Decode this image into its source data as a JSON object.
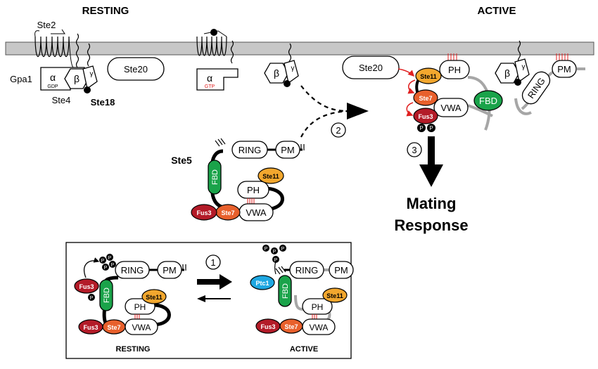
{
  "headings": {
    "resting": "RESTING",
    "active": "ACTIVE",
    "mating_line1": "Mating",
    "mating_line2": "Response"
  },
  "labels": {
    "ste2": "Ste2",
    "gpa1": "Gpa1",
    "ste4": "Ste4",
    "ste18": "Ste18",
    "ste20": "Ste20",
    "ste5": "Ste5",
    "alpha": "α",
    "beta": "β",
    "gamma": "γ",
    "gdp": "GDP",
    "gtp": "GTP",
    "ring": "RING",
    "pm": "PM",
    "fbd": "FBD",
    "ph": "PH",
    "vwa": "VWA",
    "ste11": "Ste11",
    "ste7": "Ste7",
    "fus3": "Fus3",
    "ptc1": "Ptc1",
    "p": "P"
  },
  "steps": {
    "one": "1",
    "two": "2",
    "three": "3"
  },
  "inset": {
    "resting": "RESTING",
    "active": "ACTIVE"
  },
  "colors": {
    "membrane": "#c7c7c7",
    "fbd": "#1aa34a",
    "ste11": "#f2a72e",
    "ste7": "#e8602c",
    "fus3": "#b31b28",
    "ptc1": "#1ea7e1",
    "linker": "#a6a6a6",
    "red": "#e02020"
  }
}
